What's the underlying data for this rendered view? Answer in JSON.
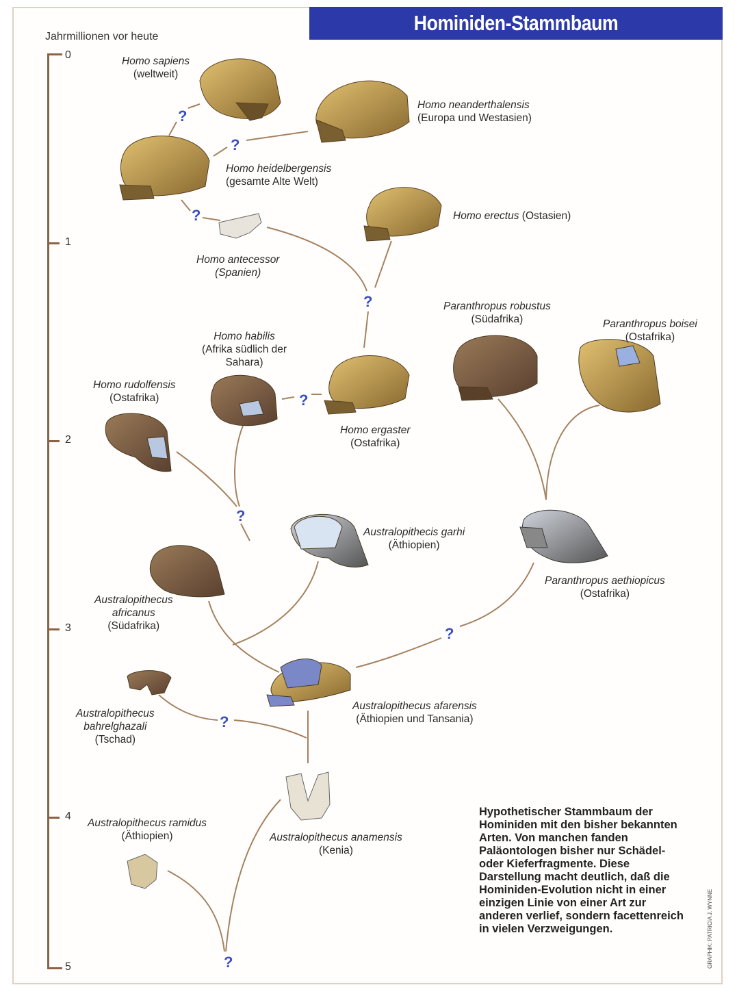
{
  "title": "Hominiden-Stammbaum",
  "axis": {
    "title": "Jahrmillionen vor heute",
    "ticks": [
      "0",
      "1",
      "2",
      "3",
      "4",
      "5"
    ]
  },
  "question_mark": "?",
  "species": {
    "sapiens": {
      "name": "Homo sapiens",
      "region": "(weltweit)"
    },
    "neanderthalensis": {
      "name": "Homo neanderthalensis",
      "region": "(Europa und Westasien)"
    },
    "heidelbergensis": {
      "name": "Homo heidelbergensis",
      "region": "(gesamte Alte Welt)"
    },
    "erectus": {
      "name": "Homo erectus",
      "region": "(Ostasien)"
    },
    "antecessor": {
      "name": "Homo antecessor",
      "region": "(Spanien)"
    },
    "robustus": {
      "name": "Paranthropus robustus",
      "region": "(Südafrika)"
    },
    "boisei": {
      "name": "Paranthropus boisei",
      "region": "(Ostafrika)"
    },
    "habilis": {
      "name": "Homo habilis",
      "region1": "(Afrika südlich der",
      "region2": "Sahara)"
    },
    "rudolfensis": {
      "name": "Homo rudolfensis",
      "region": "(Ostafrika)"
    },
    "ergaster": {
      "name": "Homo ergaster",
      "region": "(Ostafrika)"
    },
    "garhi": {
      "name": "Australopithecis garhi",
      "region": "(Äthiopien)"
    },
    "aethiopicus": {
      "name": "Paranthropus aethiopicus",
      "region": "(Ostafrika)"
    },
    "africanus": {
      "name1": "Australopithecus",
      "name2": "africanus",
      "region": "(Südafrika)"
    },
    "afarensis": {
      "name": "Australopithecus afarensis",
      "region": "(Äthiopien und Tansania)"
    },
    "bahrelghazali": {
      "name1": "Australopithecus",
      "name2": "bahrelghazali",
      "region": "(Tschad)"
    },
    "ramidus": {
      "name": "Australopithecus ramidus",
      "region": "(Äthiopien)"
    },
    "anamensis": {
      "name": "Australopithecus anamensis",
      "region": "(Kenia)"
    }
  },
  "caption": "Hypothetischer Stammbaum der Hominiden mit den bisher bekannten Arten. Von manchen fanden Paläontologen bisher nur Schädel- oder Kieferfragmente. Diese Darstellung macht deutlich, daß die Hominiden-Evolution nicht in einer einzigen Linie von einer Art zur anderen verlief, sondern facettenreich in vielen Verzweigungen.",
  "credit": "GRAPHIK: PATRICIA J. WYNNE",
  "colors": {
    "banner": "#2b3aa8",
    "line": "#9c7a58",
    "question": "#3a4fc0",
    "skull": "#b89a55"
  }
}
